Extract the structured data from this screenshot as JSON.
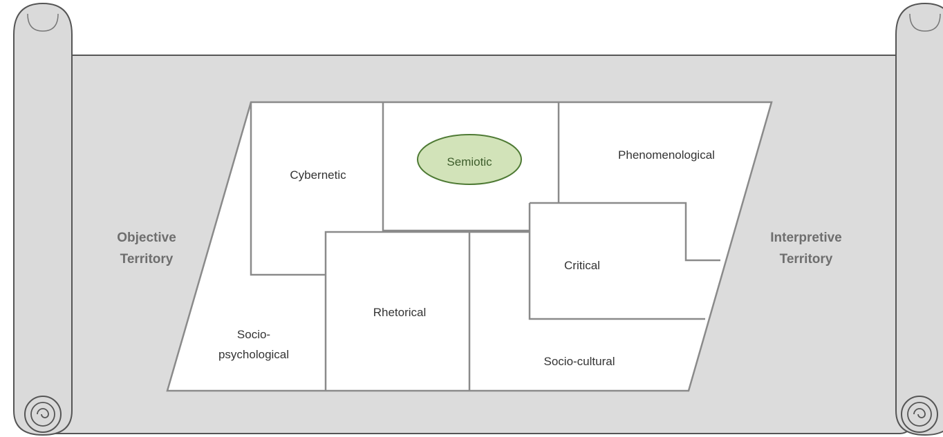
{
  "territories": {
    "objective": [
      "Objective",
      "Territory"
    ],
    "interpretive": [
      "Interpretive",
      "Territory"
    ]
  },
  "traditions": {
    "cybernetic": "Cybernetic",
    "semiotic": "Semiotic",
    "phenomenological": "Phenomenological",
    "rhetorical": "Rhetorical",
    "critical": "Critical",
    "socio_psychological": [
      "Socio-",
      "psychological"
    ],
    "socio_cultural": "Socio-cultural"
  },
  "colors": {
    "scroll_background": "#dcdcdc",
    "scroll_outline": "#555555",
    "map_fill": "#ffffff",
    "map_lines": "#8a8a8a",
    "highlight_fill": "#d2e3b9",
    "highlight_stroke": "#4e7a34"
  },
  "highlighted_tradition": "semiotic"
}
